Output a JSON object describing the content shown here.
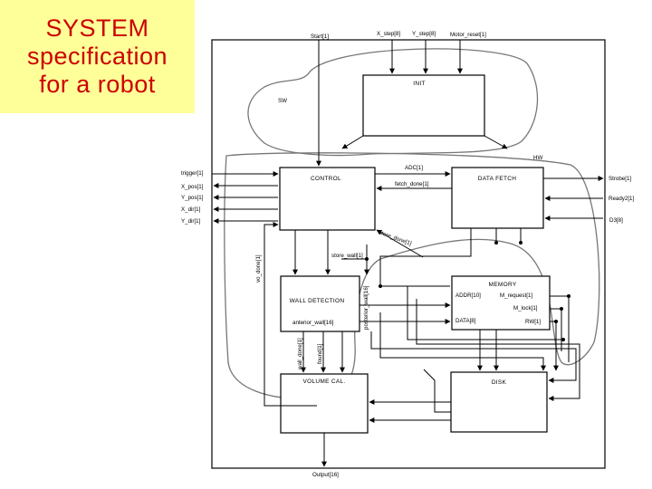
{
  "slide": {
    "title_lines": [
      "SYSTEM",
      "specification",
      "for a robot"
    ],
    "title_color": "#cc0000",
    "title_bg": "#ffff99"
  },
  "diagram": {
    "regions": {
      "sw": "SW",
      "hw": "HW"
    },
    "blocks": {
      "init": "INIT",
      "control": "CONTROL",
      "data_fetch": "DATA FETCH",
      "wall_detection": "WALL DETECTION",
      "memory": "MEMORY",
      "volume_cal": "VOLUME CAL.",
      "disk": "DISK"
    },
    "signals": {
      "start": "Start[1]",
      "x_step": "X_step[8]",
      "y_step": "Y_step[8]",
      "motor_reset": "Motor_reset[1]",
      "trigger": "trigger[1]",
      "x_pos": "X_pos[1]",
      "y_pos": "Y_pos[1]",
      "x_dir": "X_dir[1]",
      "y_dir": "Y_dir[1]",
      "adc": "ADC[1]",
      "fetch_done": "fetch_done[1]",
      "strobe": "Strobe[1]",
      "ready2": "Ready2[1]",
      "d3": "D3[8]",
      "vo_done": "vo_done[1]",
      "store_done": "store_done[1]",
      "store_wall": "store_wall[1]",
      "posterior_wall": "posterior_wall[16]",
      "anterior_wall": "anterior_wall[16]",
      "wall_done": "wall_done[1]",
      "found": "found[1]",
      "addr": "ADDR[10]",
      "m_request": "M_request[1]",
      "m_lock": "M_lock[1]",
      "data": "DATA[8]",
      "rw": "RW[1]",
      "output": "Output[16]"
    }
  }
}
